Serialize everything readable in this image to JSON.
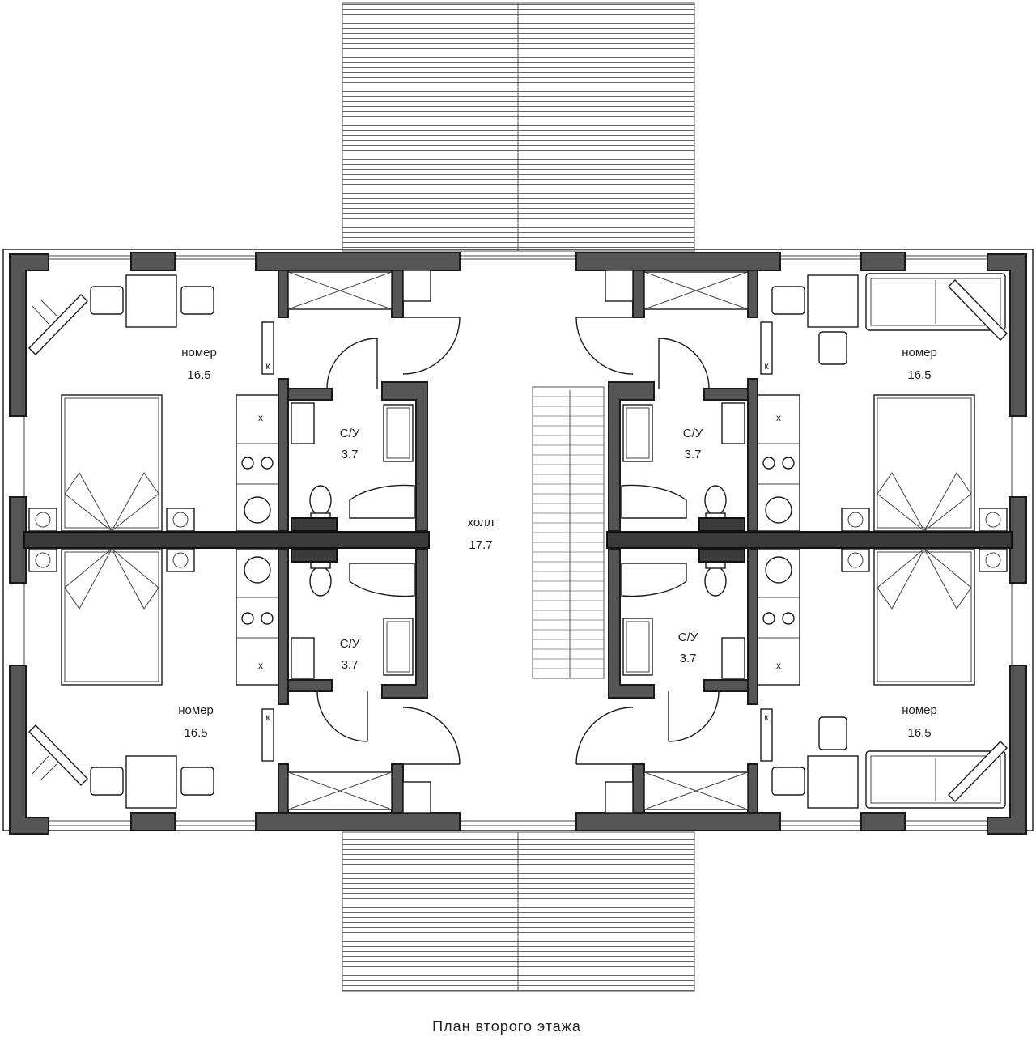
{
  "rooms": {
    "top_left": {
      "name": "номер",
      "area": "16.5"
    },
    "bottom_left": {
      "name": "номер",
      "area": "16.5"
    },
    "top_right": {
      "name": "номер",
      "area": "16.5"
    },
    "bottom_right": {
      "name": "номер",
      "area": "16.5"
    },
    "bath_top_left": {
      "name": "С/У",
      "area": "3.7"
    },
    "bath_bottom_left": {
      "name": "С/У",
      "area": "3.7"
    },
    "bath_top_right": {
      "name": "С/У",
      "area": "3.7"
    },
    "bath_bottom_right": {
      "name": "С/У",
      "area": "3.7"
    },
    "hall": {
      "name": "холл",
      "area": "17.7"
    }
  },
  "marks": {
    "wardrobe": "к",
    "sink_x": "х"
  },
  "caption": "План второго этажа",
  "colors": {
    "wall": "#555555",
    "wall_outline": "#1a1a1a",
    "background": "#ffffff"
  }
}
